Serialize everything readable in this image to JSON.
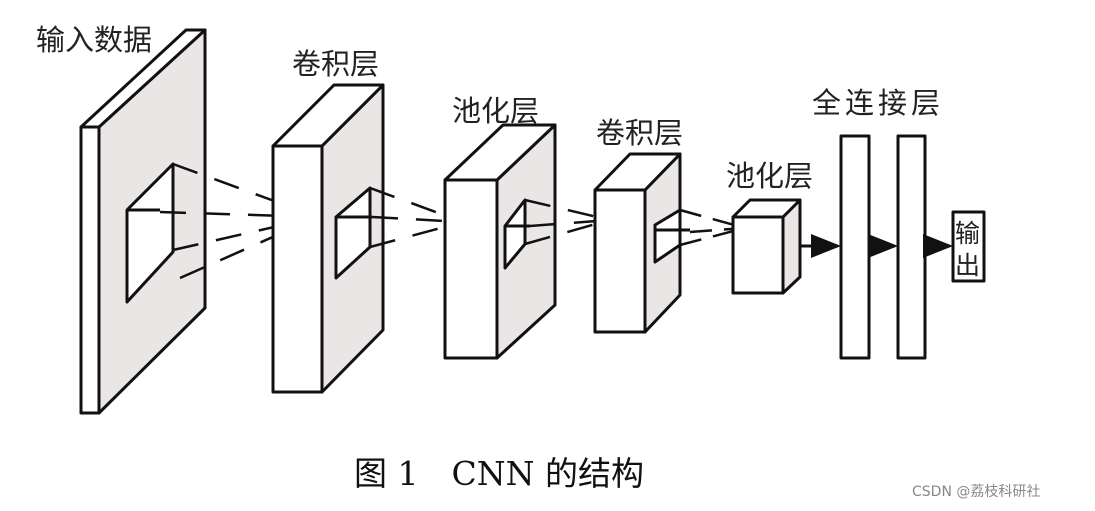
{
  "labels": {
    "input": "输入数据",
    "conv1": "卷积层",
    "pool1": "池化层",
    "conv2": "卷积层",
    "pool2": "池化层",
    "fc": "全连接层",
    "output_line1": "输",
    "output_line2": "出"
  },
  "caption": "图 1　CNN 的结构",
  "watermark": "CSDN @荔枝科研社",
  "colors": {
    "shade": "#ebe6e6",
    "stroke": "#111111"
  }
}
